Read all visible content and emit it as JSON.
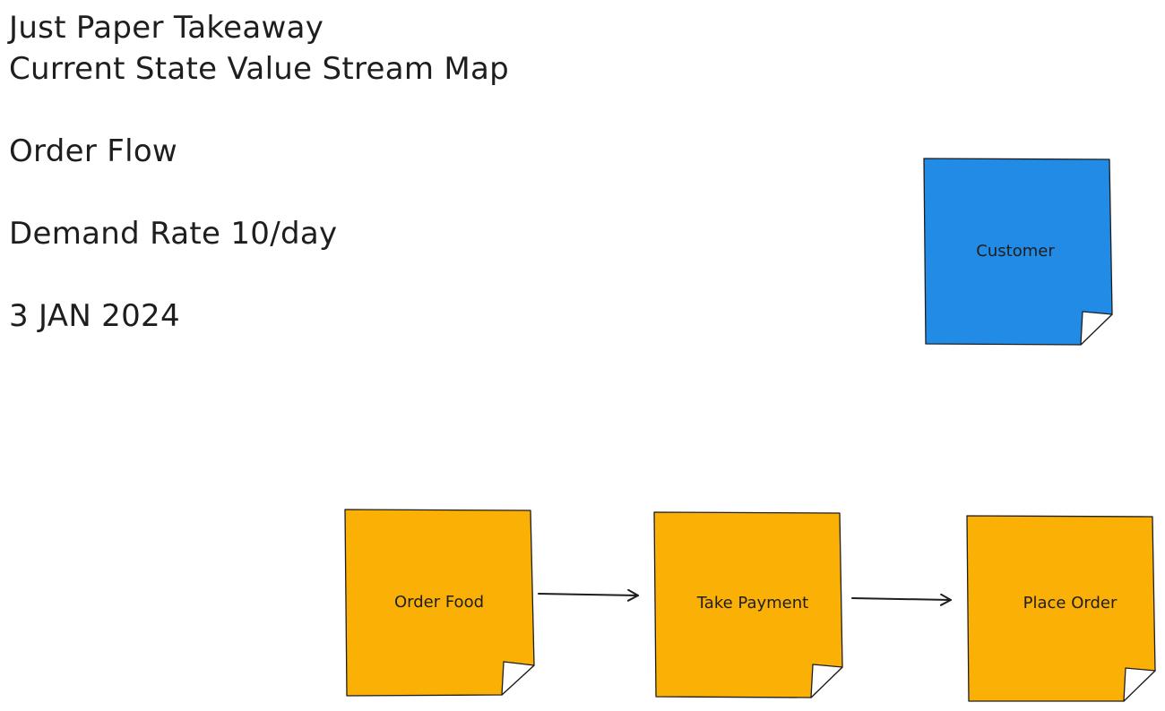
{
  "header": {
    "line1": "Just Paper Takeaway",
    "line2": "Current State Value Stream Map",
    "line3": "Order Flow",
    "line4": "Demand Rate 10/day",
    "line5": "3 JAN 2024"
  },
  "notes": {
    "customer": {
      "label": "Customer",
      "color": "#228be6"
    },
    "order_food": {
      "label": "Order Food",
      "color": "#fab005"
    },
    "take_payment": {
      "label": "Take Payment",
      "color": "#fab005"
    },
    "place_order": {
      "label": "Place Order",
      "color": "#fab005"
    }
  },
  "colors": {
    "stroke": "#1e1e1e",
    "background": "#ffffff"
  }
}
